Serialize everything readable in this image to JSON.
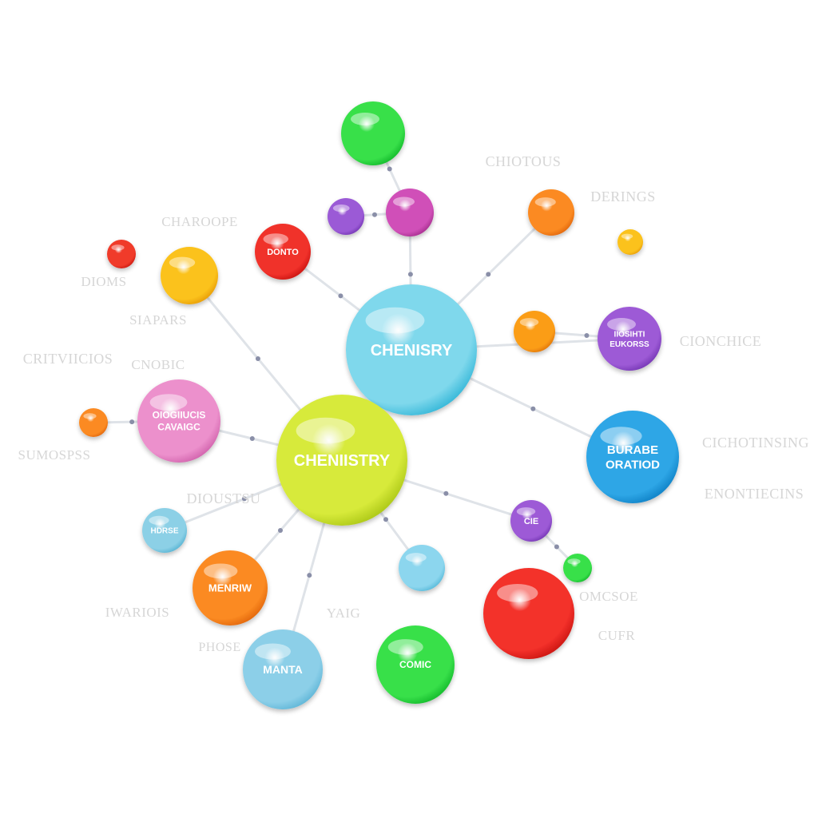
{
  "diagram": {
    "nodes": [
      {
        "id": "center-blue",
        "label": [
          "CHENISRY"
        ],
        "color": "#7fd8ec",
        "dark": "#2fb4d6"
      },
      {
        "id": "center-yellow",
        "label": [
          "CHENIISTRY"
        ],
        "color": "#d7ea3a",
        "dark": "#a8c414"
      },
      {
        "id": "green-top",
        "label": [],
        "color": "#38e04a",
        "dark": "#12b82a"
      },
      {
        "id": "magenta-top",
        "label": [],
        "color": "#d050b8",
        "dark": "#a52c8d"
      },
      {
        "id": "purple-top",
        "label": [],
        "color": "#9b5ad6",
        "dark": "#7335b3"
      },
      {
        "id": "red-mid",
        "label": [
          "DONTO"
        ],
        "color": "#f0302a",
        "dark": "#c81410"
      },
      {
        "id": "yellow-left",
        "label": [],
        "color": "#fbc21c",
        "dark": "#e69a06"
      },
      {
        "id": "red-small-left",
        "label": [],
        "color": "#f03a2a",
        "dark": "#c81810"
      },
      {
        "id": "orange-top-right",
        "label": [],
        "color": "#fb8a22",
        "dark": "#e0640a"
      },
      {
        "id": "yellow-small-right",
        "label": [],
        "color": "#fbc21c",
        "dark": "#e69a06"
      },
      {
        "id": "orange-right",
        "label": [],
        "color": "#fb9d18",
        "dark": "#e07408"
      },
      {
        "id": "purple-right",
        "label": [
          "IIOSIHTI",
          "EUKORSS"
        ],
        "color": "#9d5ad6",
        "dark": "#7335b3"
      },
      {
        "id": "blue-right",
        "label": [
          "BURABE",
          "ORATIOD"
        ],
        "color": "#2ea6e6",
        "dark": "#0d7fc4"
      },
      {
        "id": "pink-left",
        "label": [
          "OIOGIIUCIS",
          "CAVAIGC"
        ],
        "color": "#ec90cc",
        "dark": "#cf5faa"
      },
      {
        "id": "orange-small-left",
        "label": [],
        "color": "#fb8a22",
        "dark": "#e0640a"
      },
      {
        "id": "blue-small-left",
        "label": [
          "HDRSE"
        ],
        "color": "#8cd0e6",
        "dark": "#55b2d2"
      },
      {
        "id": "orange-bottom-left",
        "label": [
          "MENRIW"
        ],
        "color": "#fb8a22",
        "dark": "#e0640a"
      },
      {
        "id": "blue-bottom",
        "label": [
          "MANTA"
        ],
        "color": "#8ccfe8",
        "dark": "#5cb4d6"
      },
      {
        "id": "green-bottom",
        "label": [
          "COMIC"
        ],
        "color": "#38e04a",
        "dark": "#12b82a"
      },
      {
        "id": "red-bottom",
        "label": [],
        "color": "#f3302a",
        "dark": "#c81410"
      },
      {
        "id": "blue-small-bottom",
        "label": [],
        "color": "#8cd6ee",
        "dark": "#55b8d8"
      },
      {
        "id": "purple-bottom",
        "label": [
          "CIE"
        ],
        "color": "#9d5ad6",
        "dark": "#7335b3"
      },
      {
        "id": "green-small-bottom",
        "label": [],
        "color": "#38e04a",
        "dark": "#12b82a"
      }
    ],
    "edges": [
      [
        "center-blue",
        "center-yellow"
      ],
      [
        "center-blue",
        "magenta-top"
      ],
      [
        "center-blue",
        "red-mid"
      ],
      [
        "center-blue",
        "orange-top-right"
      ],
      [
        "center-blue",
        "purple-right"
      ],
      [
        "center-blue",
        "blue-right"
      ],
      [
        "center-yellow",
        "yellow-left"
      ],
      [
        "center-yellow",
        "pink-left"
      ],
      [
        "center-yellow",
        "orange-bottom-left"
      ],
      [
        "center-yellow",
        "blue-bottom"
      ],
      [
        "center-yellow",
        "blue-small-bottom"
      ],
      [
        "center-yellow",
        "purple-bottom"
      ],
      [
        "center-yellow",
        "blue-small-left"
      ],
      [
        "magenta-top",
        "green-top"
      ],
      [
        "magenta-top",
        "purple-top"
      ],
      [
        "orange-right",
        "purple-right"
      ],
      [
        "purple-bottom",
        "green-small-bottom"
      ],
      [
        "pink-left",
        "orange-small-left"
      ]
    ],
    "floating_labels": [
      "CHIOTOUS",
      "DERINGS",
      "CHAROOPE",
      "DIOMS",
      "SIAPARS",
      "CRITVIICIOS",
      "CNOBIC",
      "SUMOSPSS",
      "CIONCHICE",
      "CICHOTINSING",
      "ENONTIECINS",
      "DIOUSTSU",
      "IWARIOIS",
      "YAIG",
      "OMCSOE",
      "PHOSE",
      "CUFR"
    ]
  }
}
